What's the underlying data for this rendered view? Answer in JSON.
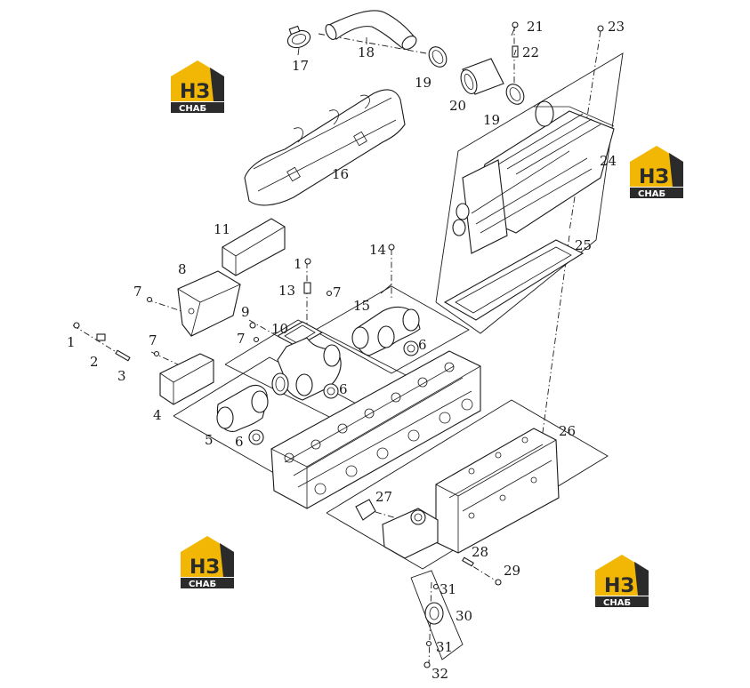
{
  "callouts": [
    {
      "id": "c1a",
      "text": "1"
    },
    {
      "id": "c1b",
      "text": "1"
    },
    {
      "id": "c2",
      "text": "2"
    },
    {
      "id": "c3",
      "text": "3"
    },
    {
      "id": "c4",
      "text": "4"
    },
    {
      "id": "c5",
      "text": "5"
    },
    {
      "id": "c6a",
      "text": "6"
    },
    {
      "id": "c6b",
      "text": "6"
    },
    {
      "id": "c6c",
      "text": "6"
    },
    {
      "id": "c7a",
      "text": "7"
    },
    {
      "id": "c7b",
      "text": "7"
    },
    {
      "id": "c7c",
      "text": "7"
    },
    {
      "id": "c7d",
      "text": "7"
    },
    {
      "id": "c8",
      "text": "8"
    },
    {
      "id": "c9",
      "text": "9"
    },
    {
      "id": "c10",
      "text": "10"
    },
    {
      "id": "c11",
      "text": "11"
    },
    {
      "id": "c13",
      "text": "13"
    },
    {
      "id": "c14",
      "text": "14"
    },
    {
      "id": "c15",
      "text": "15"
    },
    {
      "id": "c16",
      "text": "16"
    },
    {
      "id": "c17",
      "text": "17"
    },
    {
      "id": "c18",
      "text": "18"
    },
    {
      "id": "c19a",
      "text": "19"
    },
    {
      "id": "c19b",
      "text": "19"
    },
    {
      "id": "c20",
      "text": "20"
    },
    {
      "id": "c21",
      "text": "21"
    },
    {
      "id": "c22",
      "text": "22"
    },
    {
      "id": "c23",
      "text": "23"
    },
    {
      "id": "c24",
      "text": "24"
    },
    {
      "id": "c25",
      "text": "25"
    },
    {
      "id": "c26",
      "text": "26"
    },
    {
      "id": "c27",
      "text": "27"
    },
    {
      "id": "c28",
      "text": "28"
    },
    {
      "id": "c29",
      "text": "29"
    },
    {
      "id": "c30",
      "text": "30"
    },
    {
      "id": "c31a",
      "text": "31"
    },
    {
      "id": "c31b",
      "text": "31"
    },
    {
      "id": "c32",
      "text": "32"
    }
  ],
  "watermark": {
    "mark": "НЗ",
    "caption": "СНАБ",
    "colors": {
      "roof": "#f2b705",
      "body": "#2b2b2b",
      "caption_bg": "#2b2b2b",
      "caption_text": "#ffffff"
    }
  }
}
